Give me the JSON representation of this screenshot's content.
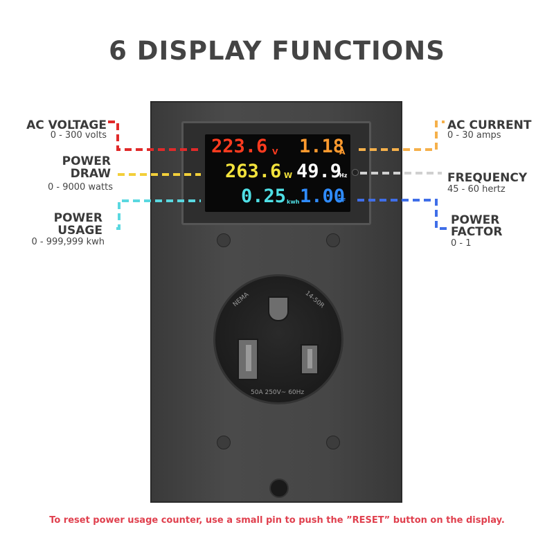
{
  "title": "6 DISPLAY FUNCTIONS",
  "display": {
    "voltage": {
      "value": "223.6",
      "unit": "V",
      "color": "#ff3b1f"
    },
    "current": {
      "value": "1.18",
      "unit": "A",
      "color": "#ff9a2e"
    },
    "power": {
      "value": "263.6",
      "unit": "W",
      "color": "#f2e23c"
    },
    "frequency": {
      "value": "49.9",
      "unit": "Hz",
      "color": "#ffffff"
    },
    "energy": {
      "value": "0.25",
      "unit": "kwh",
      "color": "#4fe0e6"
    },
    "pf": {
      "value": "1.00",
      "unit": "PF",
      "color": "#2f8cff"
    }
  },
  "labels": {
    "ac_voltage": {
      "name": "AC VOLTAGE",
      "range": "0 - 300 volts",
      "color": "#e02a2a"
    },
    "power_draw": {
      "name_line1": "POWER",
      "name_line2": "DRAW",
      "range": "0 - 9000 watts",
      "color": "#f2cf3a"
    },
    "power_usage": {
      "name_line1": "POWER",
      "name_line2": "USAGE",
      "range": "0 - 999,999 kwh",
      "color": "#5ad8e0"
    },
    "ac_current": {
      "name": "AC CURRENT",
      "range": "0 - 30 amps",
      "color": "#f5b04a"
    },
    "frequency": {
      "name": "FREQUENCY",
      "range": "45 - 60 hertz",
      "color": "#d0d0d0"
    },
    "power_factor": {
      "name_line1": "POWER",
      "name_line2": "FACTOR",
      "range": "0 - 1",
      "color": "#3f6ee8"
    }
  },
  "socket": {
    "top_left": "NEMA",
    "top_right": "14-50R",
    "bottom": "50A  250V~  60Hz"
  },
  "footer": "To reset power usage counter, use a small pin to push the ”RESET” button on the display."
}
